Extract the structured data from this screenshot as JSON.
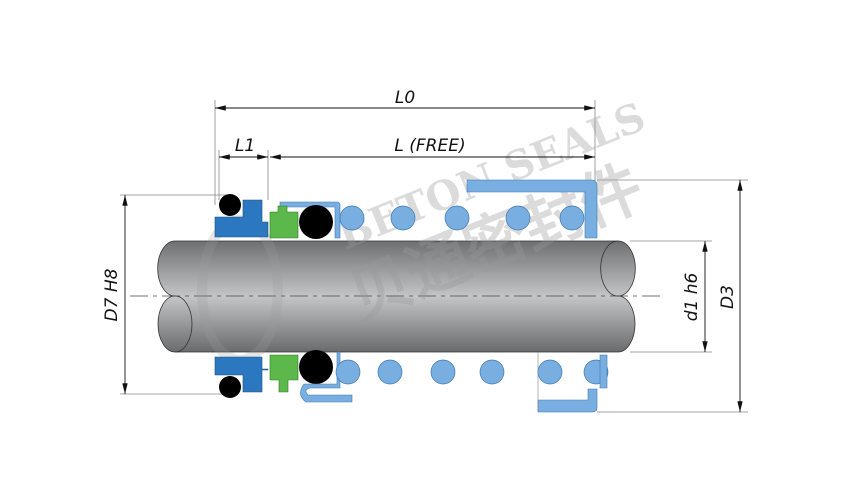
{
  "dimensions": {
    "L0": "L0",
    "L1": "L1",
    "L_free": "L (FREE)",
    "D7": "D7  H8",
    "d1": "d1  h6",
    "D3": "D3"
  },
  "watermark": {
    "latin": "BETON SEALS",
    "chinese": "贝通密封件"
  },
  "colors": {
    "seat_blue": "#2b78c0",
    "spring_blue": "#79aee0",
    "face_green": "#5cb84a",
    "oring_black": "#000000",
    "shaft_gray": "#9a9b9d"
  }
}
